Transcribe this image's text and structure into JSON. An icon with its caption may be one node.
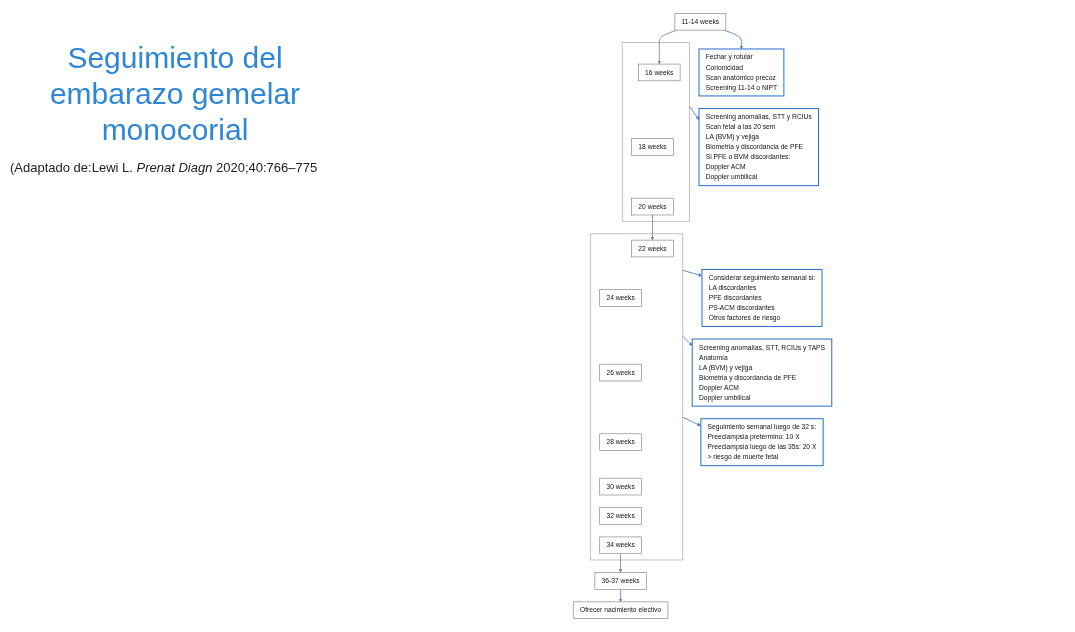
{
  "diagram": {
    "title": "Seguimiento del embarazo gemelar monocorial",
    "caption": "(Adaptado de:Lewi L. *Prenat Diagn* 2020;40:766–775",
    "nodes": [
      {
        "text": [
          "11-14 weeks"
        ]
      },
      {
        "text": [
          "Fechar y rotular",
          "Corionicidad",
          "Scan anatómico precoz",
          "Screening 11-14 o NIPT"
        ]
      },
      {
        "text": [],
        "shape": "bracket"
      },
      {
        "text": [
          "16 weeks"
        ],
        "in": 2
      },
      {
        "text": [
          "18 weeks"
        ],
        "in": 2
      },
      {
        "text": [
          "20 weeks"
        ],
        "in": 2
      },
      {
        "text": [
          "Screening anomalías, STT y RCIUs",
          "Scan fetal a las 20 sem",
          "LA (BVM) y vejiga",
          "Biometria y discordancia de PFE",
          "Si PFE o BVM discordantes:",
          "Doppler ACM",
          "Doppler umbilical"
        ]
      },
      {
        "text": [
          "Considerar seguimiento semanal si:",
          "LA discordantes",
          "PFE discordantes",
          "PS-ACM discordantes",
          "Otros factores de riesgo"
        ]
      },
      {
        "text": [],
        "shape": "bracket"
      },
      {
        "text": [
          "22 weeks"
        ],
        "in": 8
      },
      {
        "text": [
          "24 weeks"
        ],
        "in": 8
      },
      {
        "text": [
          "26 weeks"
        ],
        "in": 8
      },
      {
        "text": [
          "28 weeks"
        ],
        "in": 8
      },
      {
        "text": [
          "30 weeks"
        ],
        "in": 8
      },
      {
        "text": [
          "32 weeks"
        ],
        "in": 8
      },
      {
        "text": [
          "34 weeks"
        ],
        "in": 8
      },
      {
        "text": [
          "Screening anomalías, STT, RCIUs y TAPS",
          "Anatomía",
          "LA (BVM) y vejiga",
          "Biometria y discordancia de PFE",
          "Doppler ACM",
          "Doppler umbilical"
        ]
      },
      {
        "text": [
          "Seguimiento semanal luego de 32 s:",
          "Preeclampsia pretérmino: 10 X",
          "Preeclampsia luego de las 35s: 20 X",
          "> riesgo de muerte fetal"
        ]
      },
      {
        "text": [
          "36-37 weeks"
        ]
      },
      {
        "text": [
          "Ofrecer nacimiento electivo"
        ]
      }
    ],
    "edges": [
      {
        "from": 0,
        "to": 1,
        "arrow": "to"
      },
      {
        "from": 0,
        "to": 3,
        "arrow": "to",
        "color": "#7f7f7f"
      },
      {
        "from": 2,
        "to": 6,
        "arrow": "to"
      },
      {
        "from": 5,
        "to": 9,
        "arrow": "to",
        "color": "#7f7f7f"
      },
      {
        "from": 8,
        "to": 7,
        "arrow": "to"
      },
      {
        "from": 8,
        "to": 16,
        "arrow": "to"
      },
      {
        "from": 8,
        "to": 17,
        "arrow": "to"
      },
      {
        "from": 15,
        "to": 18,
        "arrow": "to",
        "color": "#7f7f7f"
      },
      {
        "from": 18,
        "to": 19,
        "arrow": "to"
      }
    ]
  }
}
